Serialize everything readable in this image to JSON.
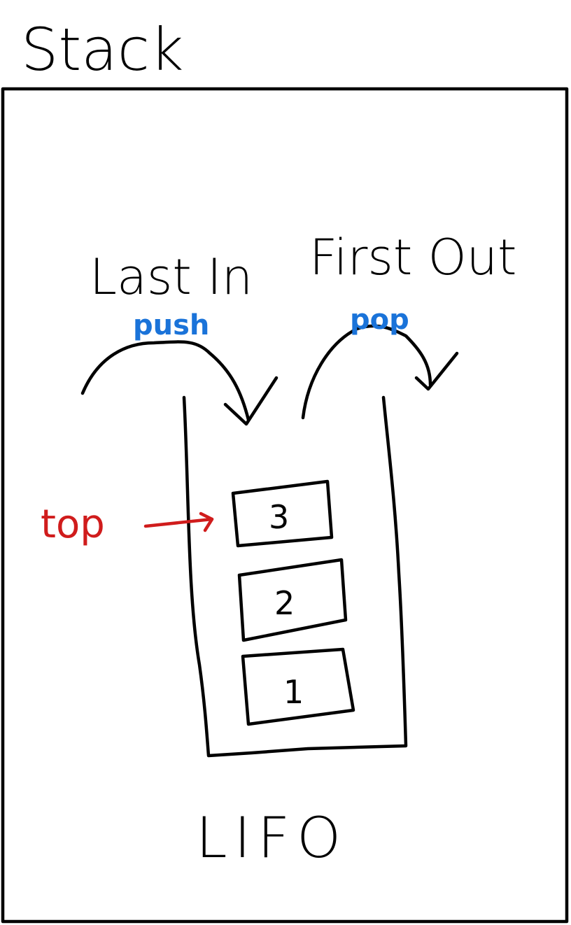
{
  "title": "Stack",
  "headings": {
    "last_in": "Last In",
    "first_out": "First Out"
  },
  "operations": {
    "push": "push",
    "pop": "pop"
  },
  "pointer_label": "top",
  "items": [
    "3",
    "2",
    "1"
  ],
  "footer": "LIFO",
  "colors": {
    "ink": "#000000",
    "operation": "#1a73d9",
    "pointer": "#d01c1c"
  }
}
